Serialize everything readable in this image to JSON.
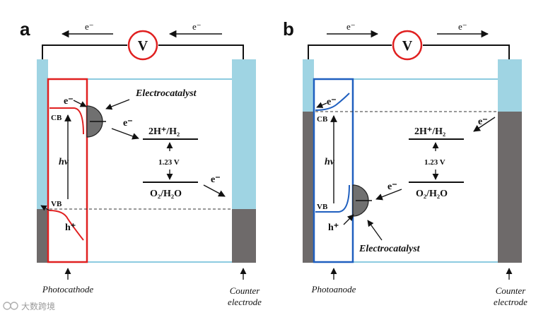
{
  "colors": {
    "electrolyte": "#9fd4e3",
    "electrolyte_line": "#8ccbe0",
    "semiconductor": "#6e6a6a",
    "photocathode_border": "#e02020",
    "photoanode_border": "#1f5fbf",
    "catalyst": "#707070",
    "voltmeter_ring": "#e02020",
    "wire": "#111111"
  },
  "panel_a": {
    "letter": "a",
    "electron_label": "e⁻",
    "voltmeter": "V",
    "catalyst_label": "Electrocatalyst",
    "cb": "CB",
    "vb": "VB",
    "hv": "hν",
    "hole": "h⁺",
    "electron_top": "e⁻",
    "electron_out": "e⁻",
    "electron_counter": "e⁻",
    "h_level": "2H⁺/H₂",
    "voltage": "1.23 V",
    "o_level": "O₂/H₂O",
    "electrode_label": "Photocathode",
    "counter_label_1": "Counter",
    "counter_label_2": "electrode"
  },
  "panel_b": {
    "letter": "b",
    "electron_label": "e⁻",
    "voltmeter": "V",
    "catalyst_label": "Electrocatalyst",
    "cb": "CB",
    "vb": "VB",
    "hv": "hν",
    "hole": "h⁺",
    "electron_top": "e⁻",
    "electron_in": "e⁻",
    "electron_counter": "e⁻",
    "h_level": "2H⁺/H₂",
    "voltage": "1.23 V",
    "o_level": "O₂/H₂O",
    "electrode_label": "Photoanode",
    "counter_label_1": "Counter",
    "counter_label_2": "electrode"
  },
  "watermark": "大数跨境"
}
